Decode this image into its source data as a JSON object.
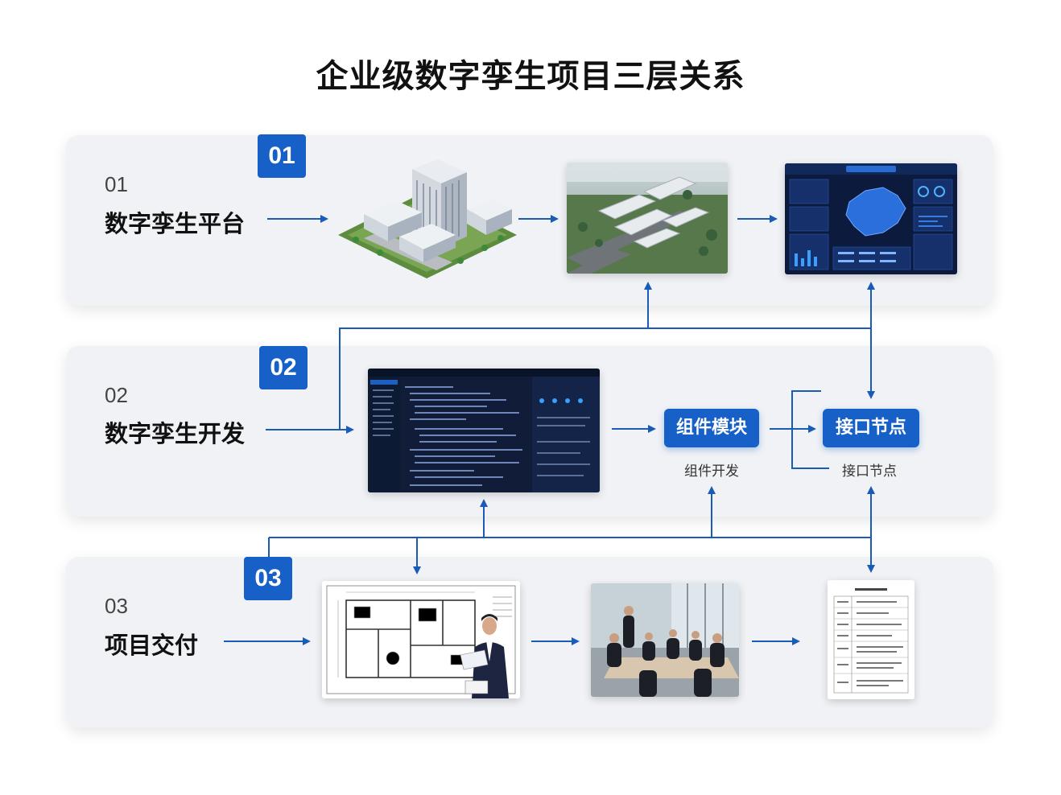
{
  "title": "企业级数字孪生项目三层关系",
  "layers": [
    {
      "badge": "01",
      "number": "01",
      "name": "数字孪生平台"
    },
    {
      "badge": "02",
      "number": "02",
      "name": "数字孪生开发"
    },
    {
      "badge": "03",
      "number": "03",
      "name": "项目交付"
    }
  ],
  "nodes": {
    "component": {
      "label": "组件模块",
      "sublabel": "组件开发"
    },
    "interface": {
      "label": "接口节点",
      "sublabel": "接口节点"
    }
  },
  "colors": {
    "accent": "#1660c8",
    "panel_bg": "#f0f2f6",
    "connector": "#1a5bb8"
  },
  "icons": [
    "building-3d-icon",
    "aerial-campus-icon",
    "dashboard-map-icon",
    "code-editor-icon",
    "floor-plan-icon",
    "meeting-photo-icon",
    "document-icon",
    "arrow-right-icon"
  ]
}
